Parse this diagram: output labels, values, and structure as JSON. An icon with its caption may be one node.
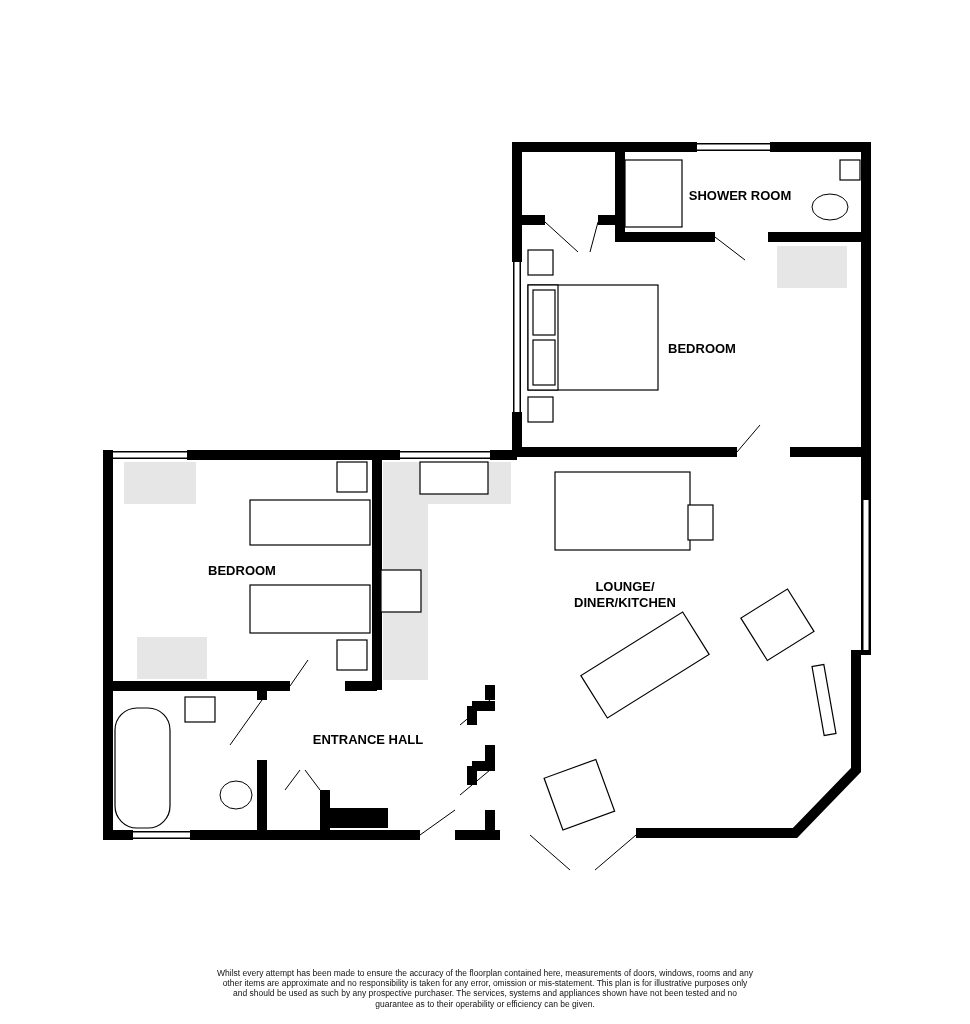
{
  "diagram": {
    "labels": [
      "SHOWER ROOM",
      "BEDROOM",
      "BEDROOM",
      "LOUNGE/ DINER/KITCHEN",
      "ENTRANCE HALL"
    ],
    "caption": "Whilst every attempt has been made to ensure the accuracy of the floorplan contained here, measurements of doors, windows, rooms and any other items are approximate and no responsibility is taken for any error, omission or mis-statement. This plan is for illustrative purposes only and should be used as such by any prospective purchaser. The services, systems and appliances shown have not been tested and no guarantee as to their operability or efficiency can be given."
  }
}
